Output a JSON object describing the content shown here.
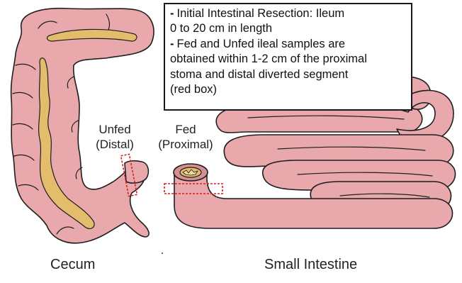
{
  "info_box": {
    "item1_line1": "Initial Intestinal Resection: Ileum",
    "item1_line2": "0 to 20 cm in length",
    "item2_line1": "Fed and Unfed ileal samples are",
    "item2_line2": "obtained within 1-2 cm of the proximal",
    "item2_line3": "stoma and distal diverted segment",
    "item2_line4": "(red box)",
    "bullet": "-"
  },
  "labels": {
    "unfed_line1": "Unfed",
    "unfed_line2": "(Distal)",
    "fed_line1": "Fed",
    "fed_line2": "(Proximal)"
  },
  "captions": {
    "left": "Cecum",
    "right": "Small Intestine"
  },
  "colors": {
    "tissue": "#e8a8ac",
    "tissue_dark": "#d48f94",
    "mucosa": "#e3bd6c",
    "outline": "#1e1e1e",
    "sample_box": "#d32020"
  }
}
